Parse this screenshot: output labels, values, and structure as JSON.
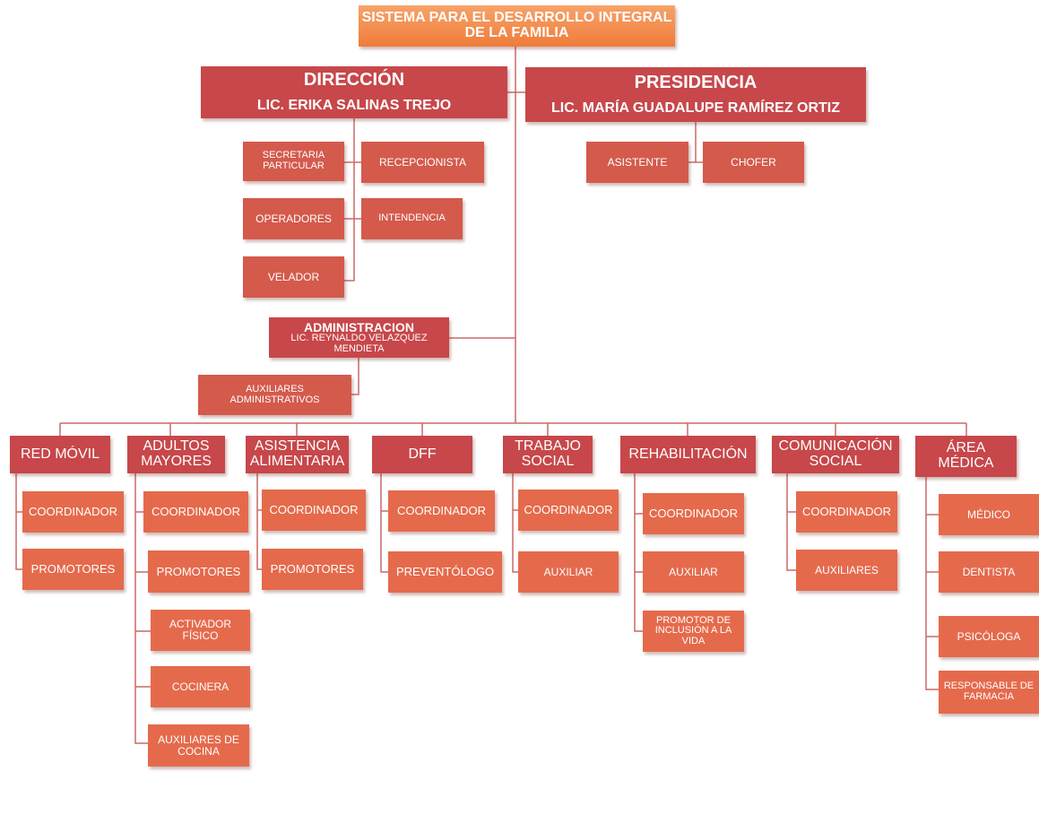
{
  "root": "SISTEMA PARA EL DESARROLLO INTEGRAL DE LA FAMILIA",
  "direccion": {
    "title": "DIRECCIÓN",
    "name": "LIC. ERIKA SALINAS TREJO"
  },
  "presidencia": {
    "title": "PRESIDENCIA",
    "name": "LIC. MARÍA GUADALUPE RAMÍREZ ORTIZ"
  },
  "direccion_staff": [
    "SECRETARIA PARTICULAR",
    "RECEPCIONISTA",
    "OPERADORES",
    "INTENDENCIA",
    "VELADOR"
  ],
  "presidencia_staff": [
    "ASISTENTE",
    "CHOFER"
  ],
  "administracion": {
    "title": "ADMINISTRACION",
    "name": "LIC. REYNALDO VELAZQUEZ MENDIETA",
    "staff": "AUXILIARES ADMINISTRATIVOS"
  },
  "areas": [
    {
      "name": "RED MÓVIL",
      "roles": [
        "COORDINADOR",
        "PROMOTORES"
      ]
    },
    {
      "name": "ADULTOS MAYORES",
      "roles": [
        "COORDINADOR",
        "PROMOTORES",
        "ACTIVADOR FÍSICO",
        "COCINERA",
        "AUXILIARES DE COCINA"
      ]
    },
    {
      "name": "ASISTENCIA ALIMENTARIA",
      "roles": [
        "COORDINADOR",
        "PROMOTORES"
      ]
    },
    {
      "name": "DFF",
      "roles": [
        "COORDINADOR",
        "PREVENTÓLOGO"
      ]
    },
    {
      "name": "TRABAJO SOCIAL",
      "roles": [
        "COORDINADOR",
        "AUXILIAR"
      ]
    },
    {
      "name": "REHABILITACIÓN",
      "roles": [
        "COORDINADOR",
        "AUXILIAR",
        "PROMOTOR DE INCLUSIÓN A LA VIDA"
      ]
    },
    {
      "name": "COMUNICACIÓN SOCIAL",
      "roles": [
        "COORDINADOR",
        "AUXILIARES"
      ]
    },
    {
      "name": "ÁREA MÉDICA",
      "roles": [
        "MÉDICO",
        "DENTISTA",
        "PSICÓLOGA",
        "RESPONSABLE DE FARMACIA"
      ]
    }
  ],
  "colors": {
    "top": "#f07c3a",
    "dark": "#c7474a",
    "mid": "#d45a4c",
    "light": "#e56a4c",
    "line": "#c86a66"
  }
}
